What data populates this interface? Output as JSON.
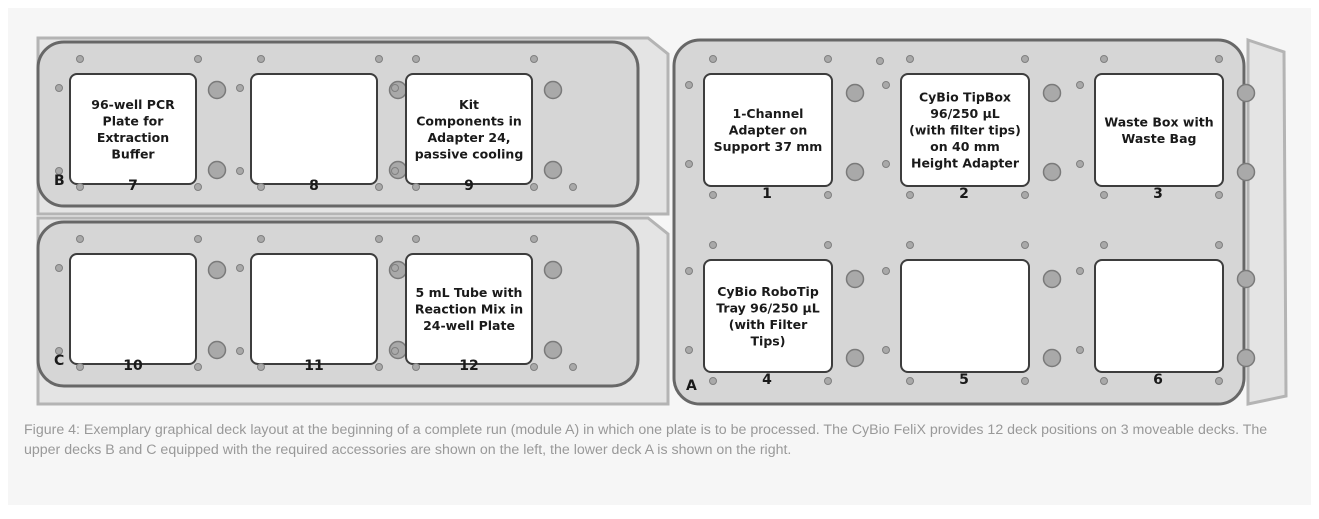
{
  "decks": [
    {
      "letter": "B",
      "slots": [
        {
          "number": "7",
          "label": [
            "96-well PCR",
            "Plate for",
            "Extraction",
            "Buffer"
          ]
        },
        {
          "number": "8",
          "label": []
        },
        {
          "number": "9",
          "label": [
            "Kit",
            "Components in",
            "Adapter 24,",
            "passive cooling"
          ]
        }
      ]
    },
    {
      "letter": "C",
      "slots": [
        {
          "number": "10",
          "label": []
        },
        {
          "number": "11",
          "label": []
        },
        {
          "number": "12",
          "label": [
            "5 mL Tube with",
            "Reaction Mix in",
            "24-well Plate"
          ]
        }
      ]
    },
    {
      "letter": "A",
      "slots": [
        {
          "number": "1",
          "label": [
            "1-Channel",
            "Adapter on",
            "Support 37 mm"
          ]
        },
        {
          "number": "2",
          "label": [
            "CyBio TipBox",
            "96/250 µL",
            "(with filter tips)",
            "on  40 mm",
            "Height Adapter"
          ]
        },
        {
          "number": "3",
          "label": [
            "Waste Box with",
            "Waste Bag"
          ]
        },
        {
          "number": "4",
          "label": [
            "CyBio RoboTip",
            "Tray 96/250 µL",
            "(with Filter",
            "Tips)"
          ]
        },
        {
          "number": "5",
          "label": []
        },
        {
          "number": "6",
          "label": []
        }
      ]
    }
  ],
  "caption": "Figure 4: Exemplary graphical deck layout at the beginning of a complete run (module A) in which one plate is to be processed.  The CyBio FeliX provides 12 deck positions on 3 moveable decks. The upper decks B and C equipped with the required accessories are shown on the left, the lower deck A is shown on the right."
}
